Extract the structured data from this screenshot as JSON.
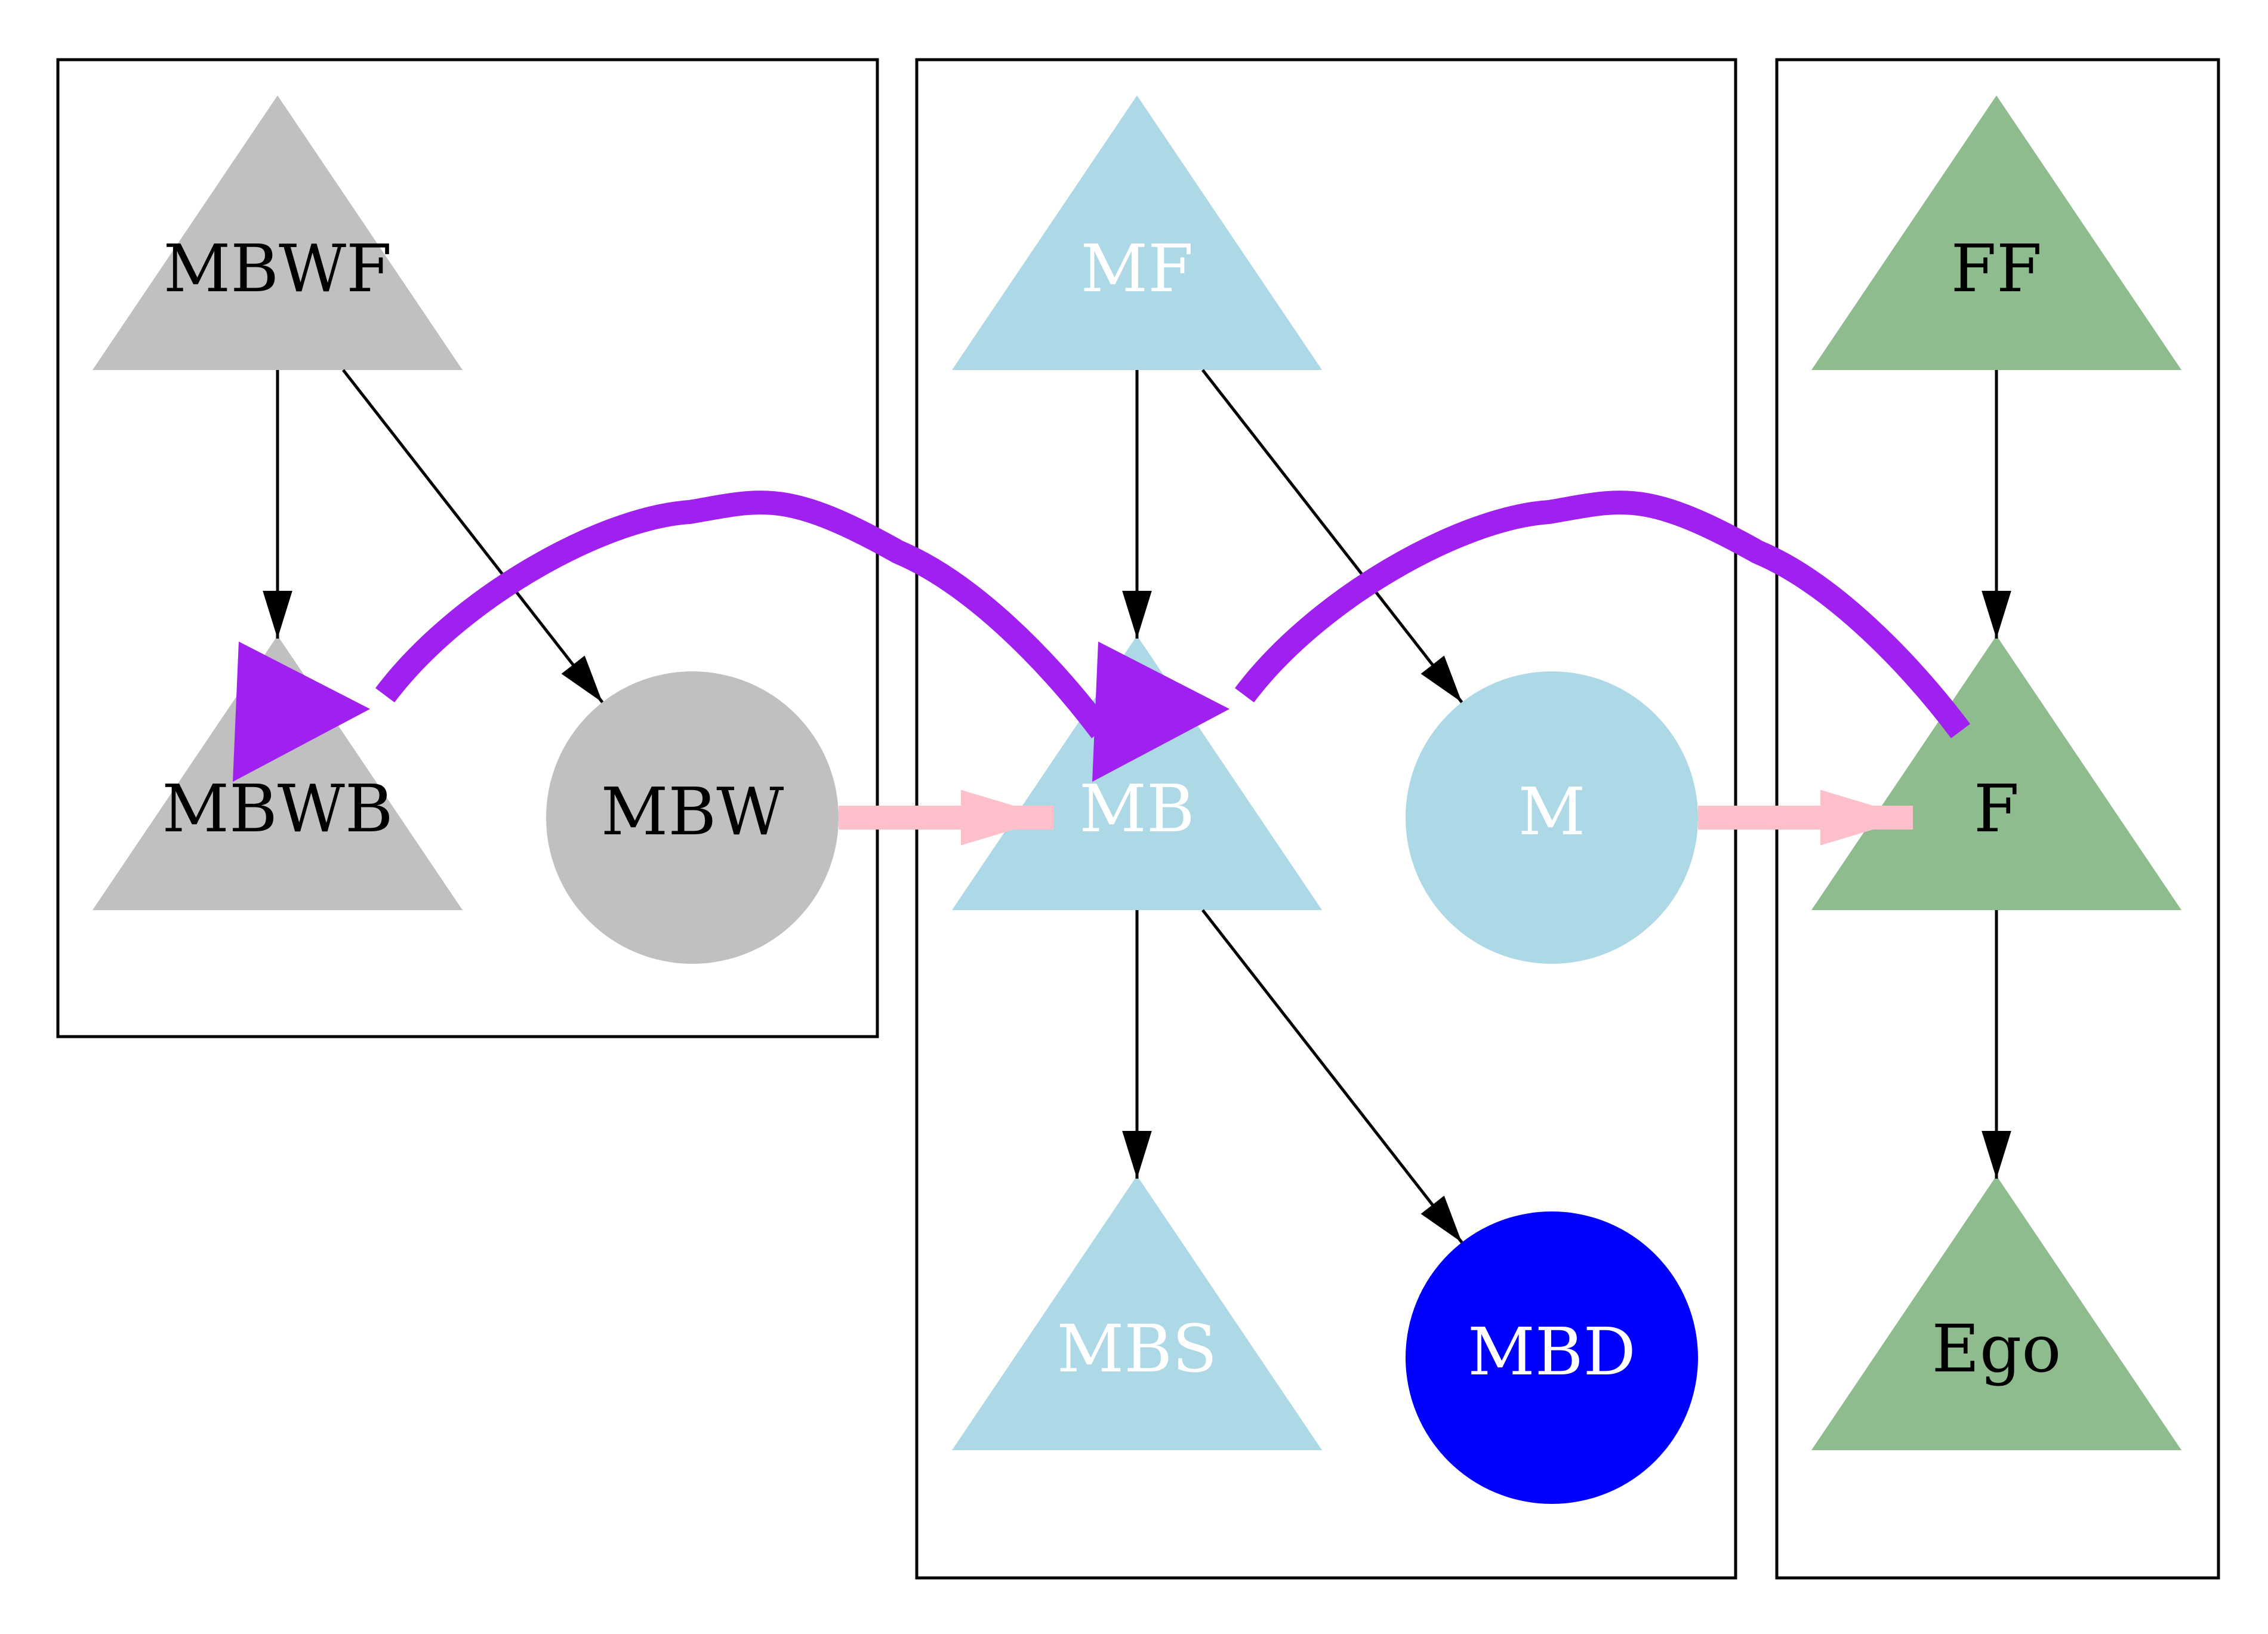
{
  "colors": {
    "background": "#ffffff",
    "cluster_border": "#000000",
    "edge": "#000000",
    "marriage_edge": "#ffc0cb",
    "highlight_edge": "#a020f0",
    "grey": "#c0c0c0",
    "lightblue": "#add8e6",
    "blue": "#0000ff",
    "green": "#8fbc8f",
    "label_dark": "#000000",
    "label_light": "#ffffff"
  },
  "clusters": [
    {
      "id": "left"
    },
    {
      "id": "middle"
    },
    {
      "id": "right"
    }
  ],
  "nodes": [
    {
      "id": "MBWF",
      "label": "MBWF",
      "shape": "triangle",
      "fill": "grey",
      "text": "label_dark"
    },
    {
      "id": "MBWB",
      "label": "MBWB",
      "shape": "triangle",
      "fill": "grey",
      "text": "label_dark"
    },
    {
      "id": "MBW",
      "label": "MBW",
      "shape": "circle",
      "fill": "grey",
      "text": "label_dark"
    },
    {
      "id": "MF",
      "label": "MF",
      "shape": "triangle",
      "fill": "lightblue",
      "text": "label_light"
    },
    {
      "id": "MB",
      "label": "MB",
      "shape": "triangle",
      "fill": "lightblue",
      "text": "label_light"
    },
    {
      "id": "M",
      "label": "M",
      "shape": "circle",
      "fill": "lightblue",
      "text": "label_light"
    },
    {
      "id": "MBS",
      "label": "MBS",
      "shape": "triangle",
      "fill": "lightblue",
      "text": "label_light"
    },
    {
      "id": "MBD",
      "label": "MBD",
      "shape": "circle",
      "fill": "blue",
      "text": "label_light"
    },
    {
      "id": "FF",
      "label": "FF",
      "shape": "triangle",
      "fill": "green",
      "text": "label_dark"
    },
    {
      "id": "F",
      "label": "F",
      "shape": "triangle",
      "fill": "green",
      "text": "label_dark"
    },
    {
      "id": "Ego",
      "label": "Ego",
      "shape": "triangle",
      "fill": "green",
      "text": "label_dark"
    }
  ],
  "edges": [
    {
      "from": "MBWF",
      "to": "MBWB",
      "kind": "parent"
    },
    {
      "from": "MBWF",
      "to": "MBW",
      "kind": "parent"
    },
    {
      "from": "MF",
      "to": "MB",
      "kind": "parent"
    },
    {
      "from": "MF",
      "to": "M",
      "kind": "parent"
    },
    {
      "from": "MB",
      "to": "MBS",
      "kind": "parent"
    },
    {
      "from": "MB",
      "to": "MBD",
      "kind": "parent"
    },
    {
      "from": "FF",
      "to": "F",
      "kind": "parent"
    },
    {
      "from": "F",
      "to": "Ego",
      "kind": "parent"
    },
    {
      "from": "MBW",
      "to": "MB",
      "kind": "marriage"
    },
    {
      "from": "M",
      "to": "F",
      "kind": "marriage"
    },
    {
      "from": "MB",
      "to": "MBWB",
      "kind": "highlight"
    },
    {
      "from": "F",
      "to": "MB",
      "kind": "highlight"
    }
  ]
}
